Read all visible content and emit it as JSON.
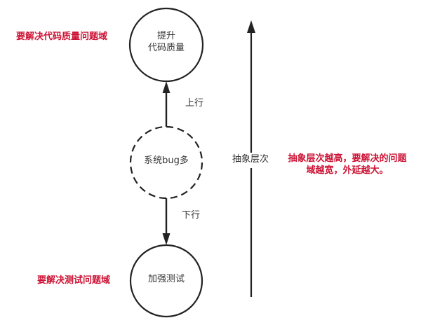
{
  "colors": {
    "stroke": "#222222",
    "text": "#333333",
    "annotation": "#cc1133",
    "background": "#ffffff"
  },
  "nodes": {
    "top": {
      "line1": "提升",
      "line2": "代码质量",
      "style": "solid"
    },
    "middle": {
      "text": "系统bug多",
      "style": "dashed"
    },
    "bottom": {
      "text": "加强测试",
      "style": "solid"
    }
  },
  "edges": {
    "up": {
      "label": "上行",
      "from": "middle",
      "to": "top"
    },
    "down": {
      "label": "下行",
      "from": "middle",
      "to": "bottom"
    }
  },
  "annotations": {
    "top": "要解决代码质量问题域",
    "bottom": "要解决测试问题域",
    "right_line1": "抽象层次越高，要解决的问题",
    "right_line2": "域越宽，外延越大。"
  },
  "axis": {
    "label": "抽象层次",
    "direction": "up"
  }
}
